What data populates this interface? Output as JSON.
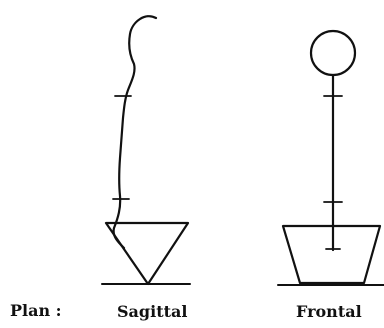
{
  "labels": {
    "plan": "Plan :",
    "sagittal": "Sagittal",
    "frontal": "Frontal"
  },
  "colors": {
    "ink": "#111111",
    "background": "#ffffff"
  }
}
